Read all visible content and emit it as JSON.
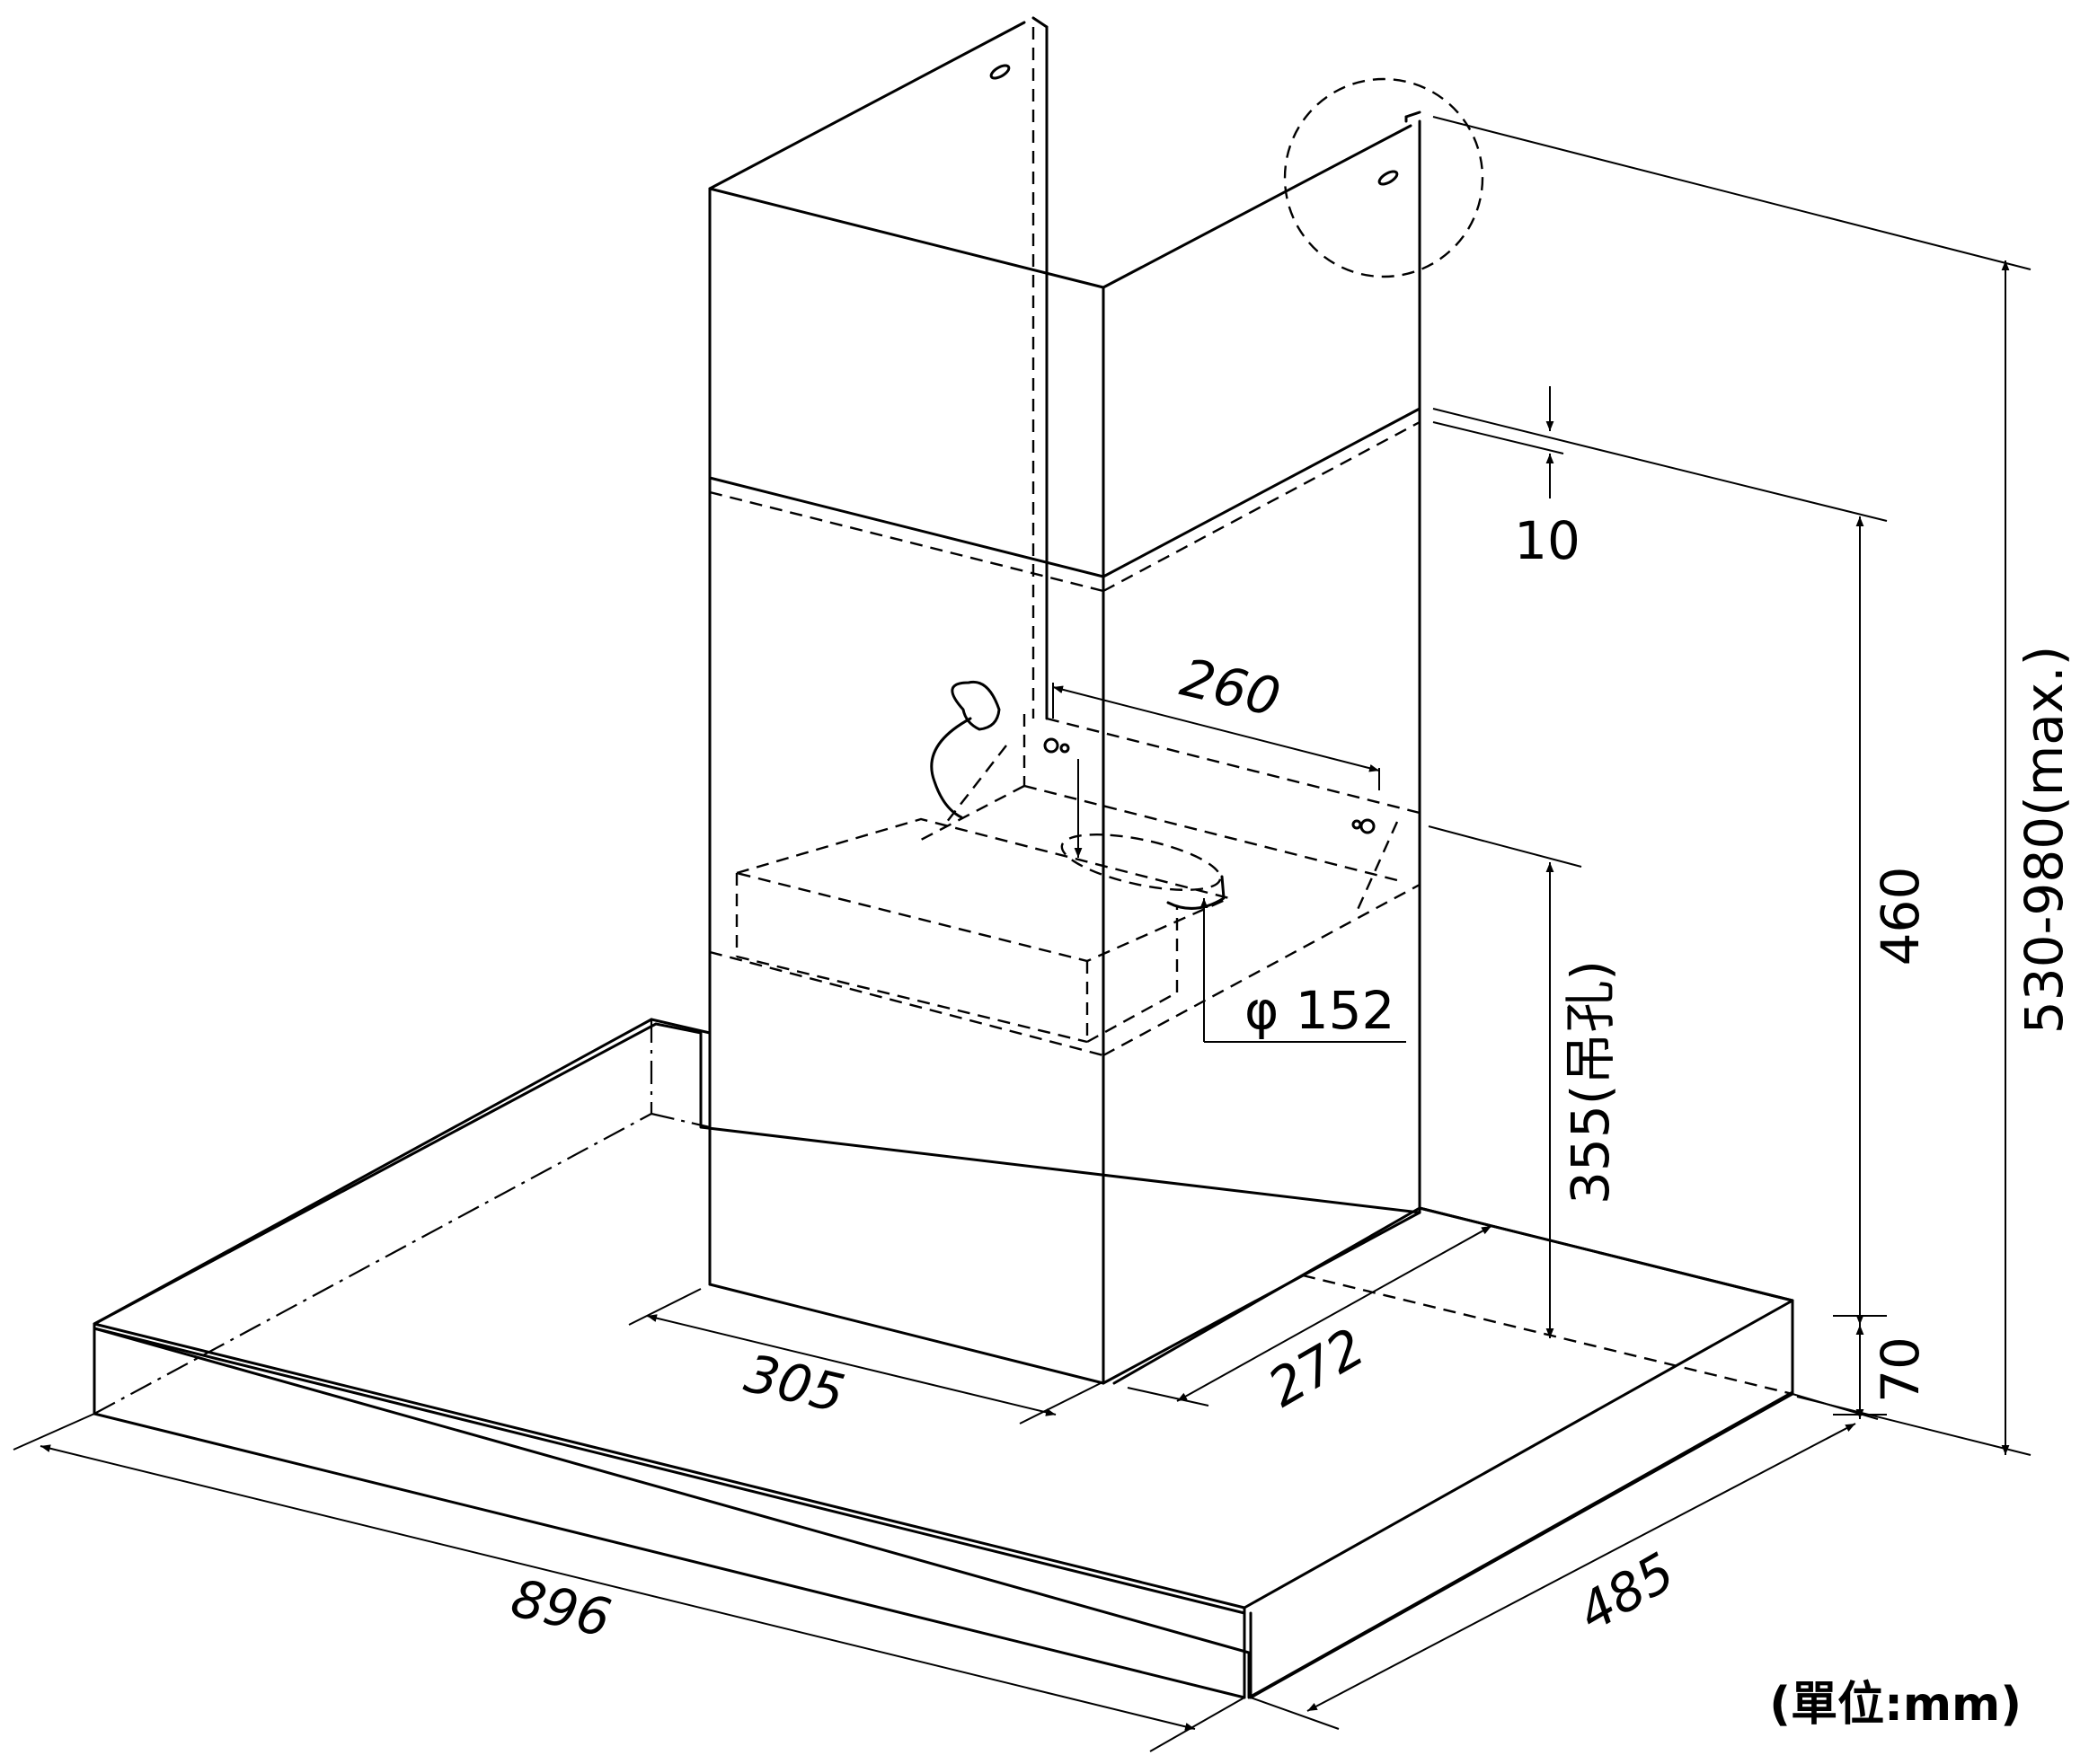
{
  "dimensions": {
    "total_width": "896",
    "total_depth": "485",
    "chimney_width": "305",
    "chimney_depth": "272",
    "bracket_spacing": "260",
    "duct_diameter": "φ 152",
    "offset": "10",
    "chimney_height": "460",
    "base_height": "70",
    "hole_height": "355(吊孔)",
    "overall_height": "530-980(max.)"
  },
  "unit_label": "(單位:mm)"
}
